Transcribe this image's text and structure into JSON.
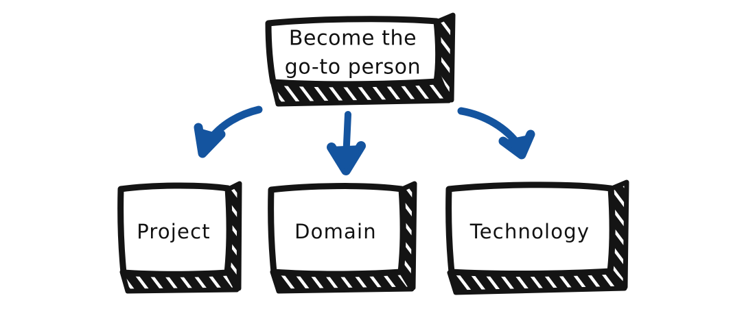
{
  "diagram": {
    "title": "Become the go-to person",
    "type": "hand-drawn-flowchart",
    "background_color": "#ffffff",
    "ink_color": "#141414",
    "arrow_color": "#14549F",
    "root": {
      "id": "root-node",
      "line1": "Become the",
      "line2": "go-to person",
      "full_text": "Become the go-to person"
    },
    "children": [
      {
        "id": "node-project",
        "label": "Project"
      },
      {
        "id": "node-domain",
        "label": "Domain"
      },
      {
        "id": "node-technology",
        "label": "Technology"
      }
    ],
    "arrows": [
      {
        "id": "arrow-left",
        "from": "root-node",
        "to": "node-project",
        "shape": "curved-left"
      },
      {
        "id": "arrow-middle",
        "from": "root-node",
        "to": "node-domain",
        "shape": "straight-down"
      },
      {
        "id": "arrow-right",
        "from": "root-node",
        "to": "node-technology",
        "shape": "curved-right"
      }
    ]
  }
}
